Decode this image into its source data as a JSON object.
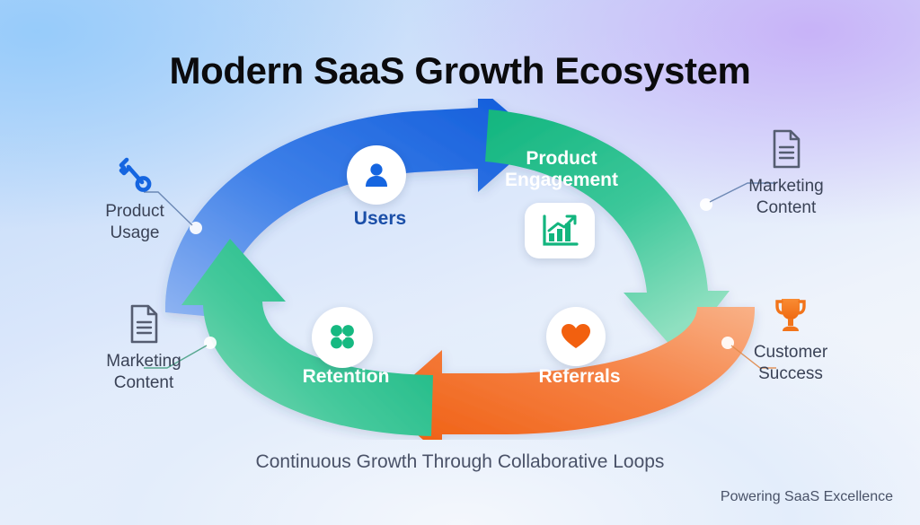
{
  "title": "Modern SaaS Growth Ecosystem",
  "caption": "Continuous Growth Through Collaborative Loops",
  "footer_note": "Powering SaaS Excellence",
  "colors": {
    "blue_dark": "#1565e0",
    "blue_light": "#7fa9f0",
    "green_dark": "#16b981",
    "green_light": "#86dcb8",
    "orange_dark": "#f2600f",
    "orange_light": "#f7a877",
    "users_text": "#1b4fa8",
    "callout_text": "#3a4256",
    "title_text": "#0b0b0d",
    "bg_top_left": "#9ecdf8",
    "bg_top_right": "#c7b0f8",
    "bg_bottom": "#f2f5fb"
  },
  "cycle": {
    "segments": [
      {
        "id": "users",
        "label": "Users",
        "icon": "user-icon",
        "color": "#1565e0"
      },
      {
        "id": "engagement",
        "label": "Product\nEngagement",
        "icon": "bar-chart-growth-icon",
        "color": "#16b981"
      },
      {
        "id": "referrals",
        "label": "Referrals",
        "icon": "heart-icon",
        "color": "#f2600f"
      },
      {
        "id": "retention",
        "label": "Retention",
        "icon": "people-group-icon",
        "color": "#16b981"
      }
    ]
  },
  "callouts": [
    {
      "id": "product-usage",
      "label": "Product\nUsage",
      "icon": "wrench-icon",
      "icon_color": "#1565e0"
    },
    {
      "id": "marketing-top",
      "label": "Marketing\nContent",
      "icon": "document-icon",
      "icon_color": "#555d71"
    },
    {
      "id": "marketing-bottom",
      "label": "Marketing\nContent",
      "icon": "document-icon",
      "icon_color": "#555d71"
    },
    {
      "id": "customer-success",
      "label": "Customer\nSuccess",
      "icon": "trophy-icon",
      "icon_color": "#f2741a"
    }
  ]
}
